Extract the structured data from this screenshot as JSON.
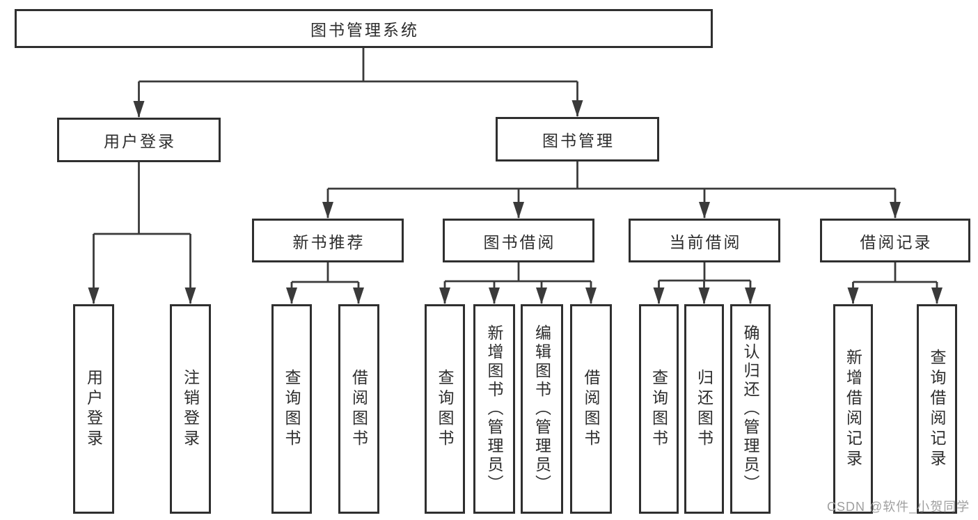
{
  "tree": {
    "label": "图书管理系统",
    "children": [
      {
        "label": "用户登录",
        "children": [
          {
            "label": "用户登录"
          },
          {
            "label": "注销登录"
          }
        ]
      },
      {
        "label": "图书管理",
        "children": [
          {
            "label": "新书推荐",
            "children": [
              {
                "label": "查询图书"
              },
              {
                "label": "借阅图书"
              }
            ]
          },
          {
            "label": "图书借阅",
            "children": [
              {
                "label": "查询图书"
              },
              {
                "label": "新增图书（管理员）"
              },
              {
                "label": "编辑图书（管理员）"
              },
              {
                "label": "借阅图书"
              }
            ]
          },
          {
            "label": "当前借阅",
            "children": [
              {
                "label": "查询图书"
              },
              {
                "label": "归还图书"
              },
              {
                "label": "确认归还（管理员）"
              }
            ]
          },
          {
            "label": "借阅记录",
            "children": [
              {
                "label": "新增借阅记录"
              },
              {
                "label": "查询借阅记录"
              }
            ]
          }
        ]
      }
    ]
  },
  "watermark": {
    "text": "CSDN @软件_小贺同学"
  },
  "colors": {
    "line": "#3a3a3a",
    "border": "#2f2f2f",
    "text": "#2d2d2d",
    "background": "#ffffff",
    "watermark": "#9f9f9f"
  }
}
